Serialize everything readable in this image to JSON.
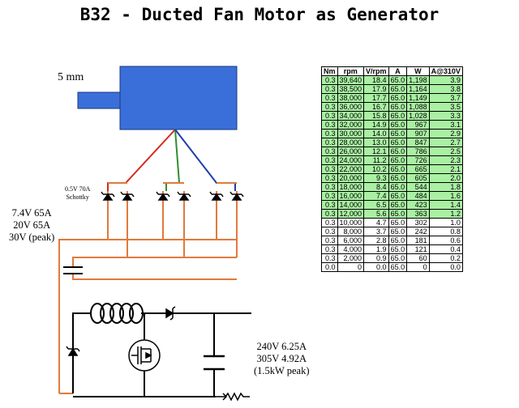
{
  "title": "B32 - Ducted Fan Motor as Generator",
  "labels": {
    "shaft": "5 mm",
    "schottky": [
      "0.5V 70A",
      "Schottky"
    ],
    "input": [
      "7.4V 65A",
      "20V 65A",
      "30V (peak)"
    ],
    "output": [
      "240V 6.25A",
      "305V 4.92A",
      "(1.5kW peak)"
    ]
  },
  "colors": {
    "motor_body": "#3a6fd9",
    "phase_red": "#d6281c",
    "phase_green": "#2f8f2f",
    "phase_blue": "#1e3fa8",
    "dc_wire": "#e07a3c",
    "highlight_row": "#a9f0a3"
  },
  "icons": [
    "diode-icon",
    "inductor-coil-icon",
    "mosfet-icon",
    "capacitor-icon",
    "resistor-icon"
  ],
  "table": {
    "columns": [
      "Nm",
      "rpm",
      "V/rpm",
      "A",
      "W",
      "A@310V"
    ],
    "highlighted_rows": 16,
    "rows": [
      [
        "0.3",
        "39,640",
        "18.4",
        "65.0",
        "1,198",
        "3.9"
      ],
      [
        "0.3",
        "38,500",
        "17.9",
        "65.0",
        "1,164",
        "3.8"
      ],
      [
        "0.3",
        "38,000",
        "17.7",
        "65.0",
        "1,149",
        "3.7"
      ],
      [
        "0.3",
        "36,000",
        "16.7",
        "65.0",
        "1,088",
        "3.5"
      ],
      [
        "0.3",
        "34,000",
        "15.8",
        "65.0",
        "1,028",
        "3.3"
      ],
      [
        "0.3",
        "32,000",
        "14.9",
        "65.0",
        "967",
        "3.1"
      ],
      [
        "0.3",
        "30,000",
        "14.0",
        "65.0",
        "907",
        "2.9"
      ],
      [
        "0.3",
        "28,000",
        "13.0",
        "65.0",
        "847",
        "2.7"
      ],
      [
        "0.3",
        "26,000",
        "12.1",
        "65.0",
        "786",
        "2.5"
      ],
      [
        "0.3",
        "24,000",
        "11.2",
        "65.0",
        "726",
        "2.3"
      ],
      [
        "0.3",
        "22,000",
        "10.2",
        "65.0",
        "665",
        "2.1"
      ],
      [
        "0.3",
        "20,000",
        "9.3",
        "65.0",
        "605",
        "2.0"
      ],
      [
        "0.3",
        "18,000",
        "8.4",
        "65.0",
        "544",
        "1.8"
      ],
      [
        "0.3",
        "16,000",
        "7.4",
        "65.0",
        "484",
        "1.6"
      ],
      [
        "0.3",
        "14,000",
        "6.5",
        "65.0",
        "423",
        "1.4"
      ],
      [
        "0.3",
        "12,000",
        "5.6",
        "65.0",
        "363",
        "1.2"
      ],
      [
        "0.3",
        "10,000",
        "4.7",
        "65.0",
        "302",
        "1.0"
      ],
      [
        "0.3",
        "8,000",
        "3.7",
        "65.0",
        "242",
        "0.8"
      ],
      [
        "0.3",
        "6,000",
        "2.8",
        "65.0",
        "181",
        "0.6"
      ],
      [
        "0.3",
        "4,000",
        "1.9",
        "65.0",
        "121",
        "0.4"
      ],
      [
        "0.3",
        "2,000",
        "0.9",
        "65.0",
        "60",
        "0.2"
      ],
      [
        "0.0",
        "0",
        "0.0",
        "65.0",
        "0",
        "0.0"
      ]
    ]
  }
}
